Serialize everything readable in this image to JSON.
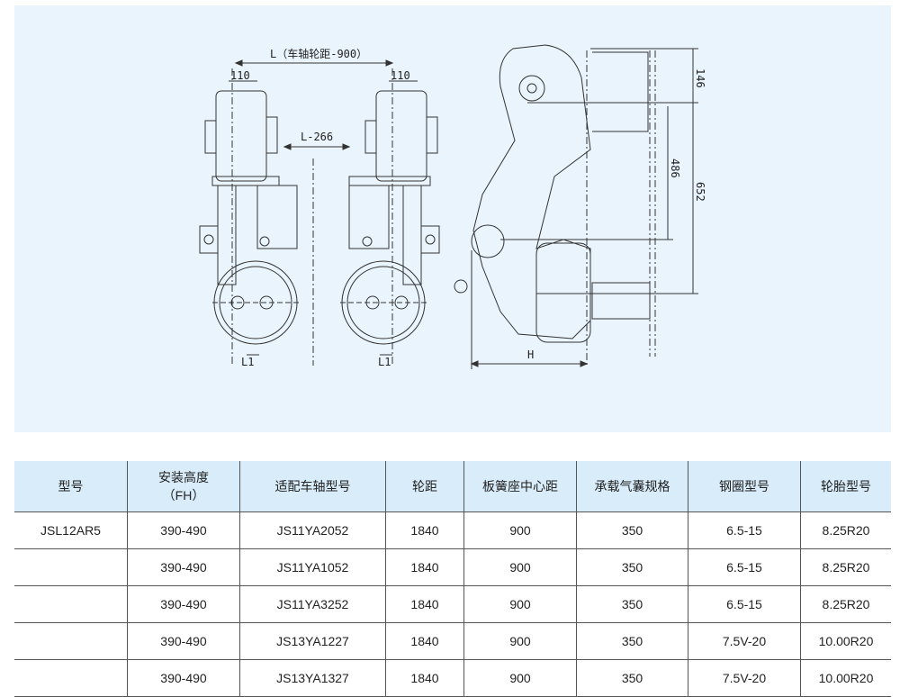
{
  "drawing": {
    "dim_L": "L（车轴轮距-900）",
    "dim_110_left": "110",
    "dim_110_right": "110",
    "dim_L266": "L-266",
    "dim_L1_left": "L1",
    "dim_L1_right": "L1",
    "dim_H": "H",
    "dim_146": "146",
    "dim_486": "486",
    "dim_652": "652"
  },
  "table": {
    "headers": [
      "型号",
      "安装高度",
      "（FH）",
      "适配车轴型号",
      "轮距",
      "板簧座中心距",
      "承载气囊规格",
      "钢圈型号",
      "轮胎型号"
    ],
    "rows": [
      [
        "JSL12AR5",
        "390-490",
        "JS11YA2052",
        "1840",
        "900",
        "350",
        "6.5-15",
        "8.25R20"
      ],
      [
        "",
        "390-490",
        "JS11YA1052",
        "1840",
        "900",
        "350",
        "6.5-15",
        "8.25R20"
      ],
      [
        "",
        "390-490",
        "JS11YA3252",
        "1840",
        "900",
        "350",
        "6.5-15",
        "8.25R20"
      ],
      [
        "",
        "390-490",
        "JS13YA1227",
        "1840",
        "900",
        "350",
        "7.5V-20",
        "10.00R20"
      ],
      [
        "",
        "390-490",
        "JS13YA1327",
        "1840",
        "900",
        "350",
        "7.5V-20",
        "10.00R20"
      ]
    ]
  }
}
